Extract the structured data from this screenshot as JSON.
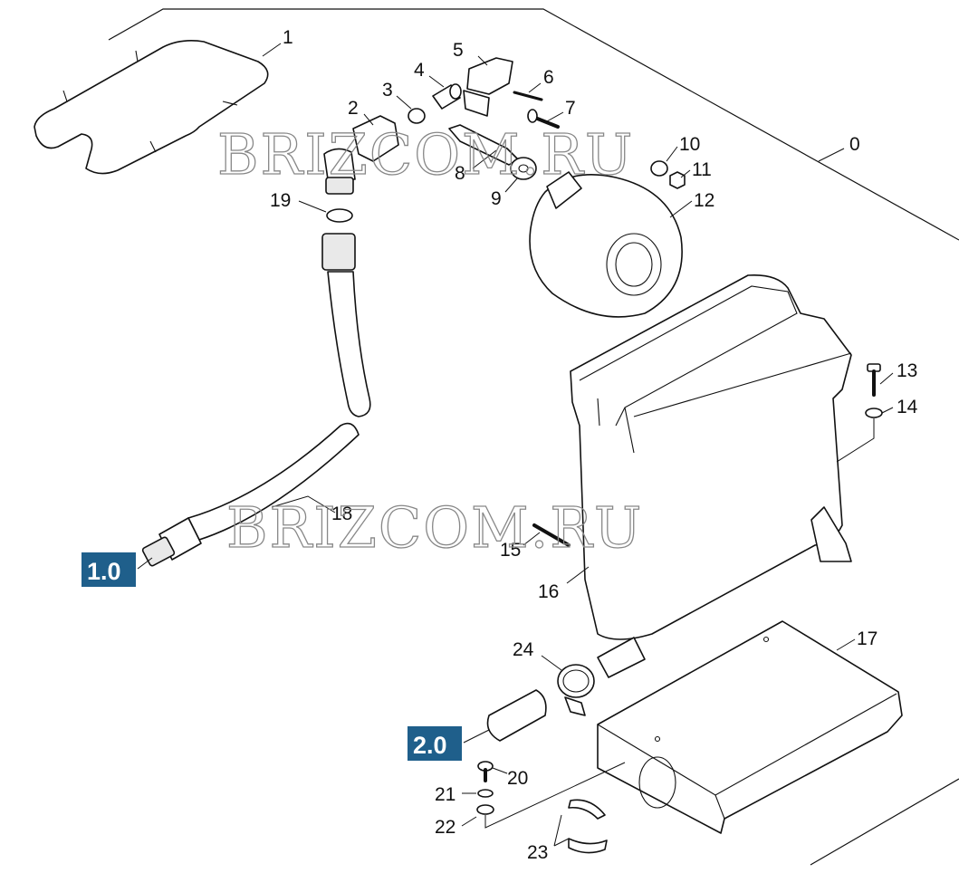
{
  "assembly_label": "0",
  "callouts": [
    {
      "id": "1"
    },
    {
      "id": "2"
    },
    {
      "id": "3"
    },
    {
      "id": "4"
    },
    {
      "id": "5"
    },
    {
      "id": "6"
    },
    {
      "id": "7"
    },
    {
      "id": "8"
    },
    {
      "id": "9"
    },
    {
      "id": "10"
    },
    {
      "id": "11"
    },
    {
      "id": "12"
    },
    {
      "id": "13"
    },
    {
      "id": "14"
    },
    {
      "id": "15"
    },
    {
      "id": "16"
    },
    {
      "id": "17"
    },
    {
      "id": "18"
    },
    {
      "id": "19"
    },
    {
      "id": "20"
    },
    {
      "id": "21"
    },
    {
      "id": "22"
    },
    {
      "id": "23"
    },
    {
      "id": "24"
    }
  ],
  "connections": [
    {
      "label": "1.0",
      "color": "#1f5f8b"
    },
    {
      "label": "2.0",
      "color": "#1f5f8b"
    }
  ],
  "watermark": "BRIZCOM.RU"
}
